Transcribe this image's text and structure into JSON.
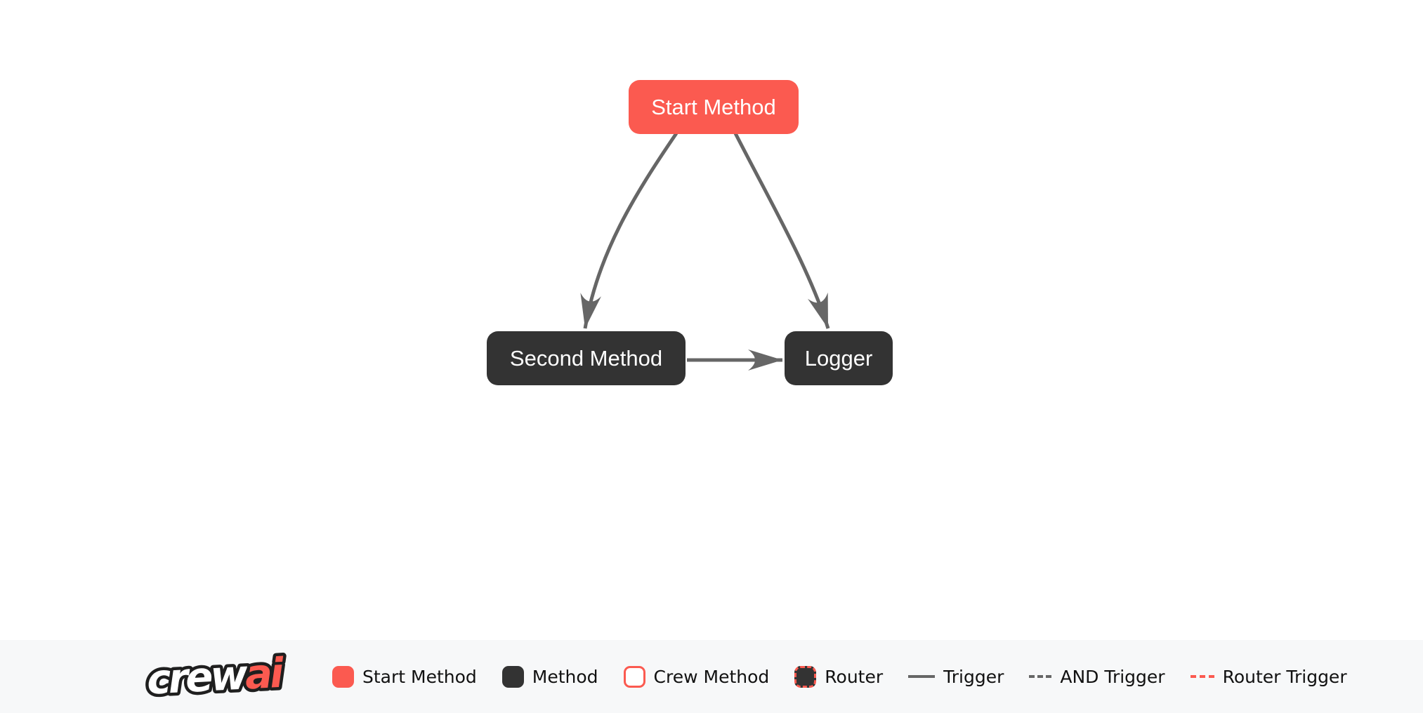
{
  "graph": {
    "nodes": [
      {
        "id": "start_method",
        "label": "Start Method",
        "type": "start-method"
      },
      {
        "id": "second_method",
        "label": "Second Method",
        "type": "method"
      },
      {
        "id": "logger",
        "label": "Logger",
        "type": "method"
      }
    ],
    "edges": [
      {
        "from": "start_method",
        "to": "second_method",
        "type": "trigger"
      },
      {
        "from": "start_method",
        "to": "logger",
        "type": "trigger"
      },
      {
        "from": "second_method",
        "to": "logger",
        "type": "trigger"
      }
    ]
  },
  "logo": {
    "crew": "crew",
    "ai": "ai"
  },
  "legend": {
    "items": [
      {
        "label": "Start Method",
        "swatch": "start-method-swatch"
      },
      {
        "label": "Method",
        "swatch": "method-swatch"
      },
      {
        "label": "Crew Method",
        "swatch": "crew-method-swatch"
      },
      {
        "label": "Router",
        "swatch": "router-swatch"
      },
      {
        "label": "Trigger",
        "swatch": "trigger-line"
      },
      {
        "label": "AND Trigger",
        "swatch": "and-trigger-line"
      },
      {
        "label": "Router Trigger",
        "swatch": "router-trigger-line"
      }
    ]
  },
  "colors": {
    "coral": "#FB5A50",
    "dark_node": "#333333",
    "edge_gray": "#666666",
    "legend_background": "#F7F8F9",
    "canvas_background": "#FFFFFF",
    "legend_text": "#111111",
    "node_text": "#FFFFFF"
  }
}
